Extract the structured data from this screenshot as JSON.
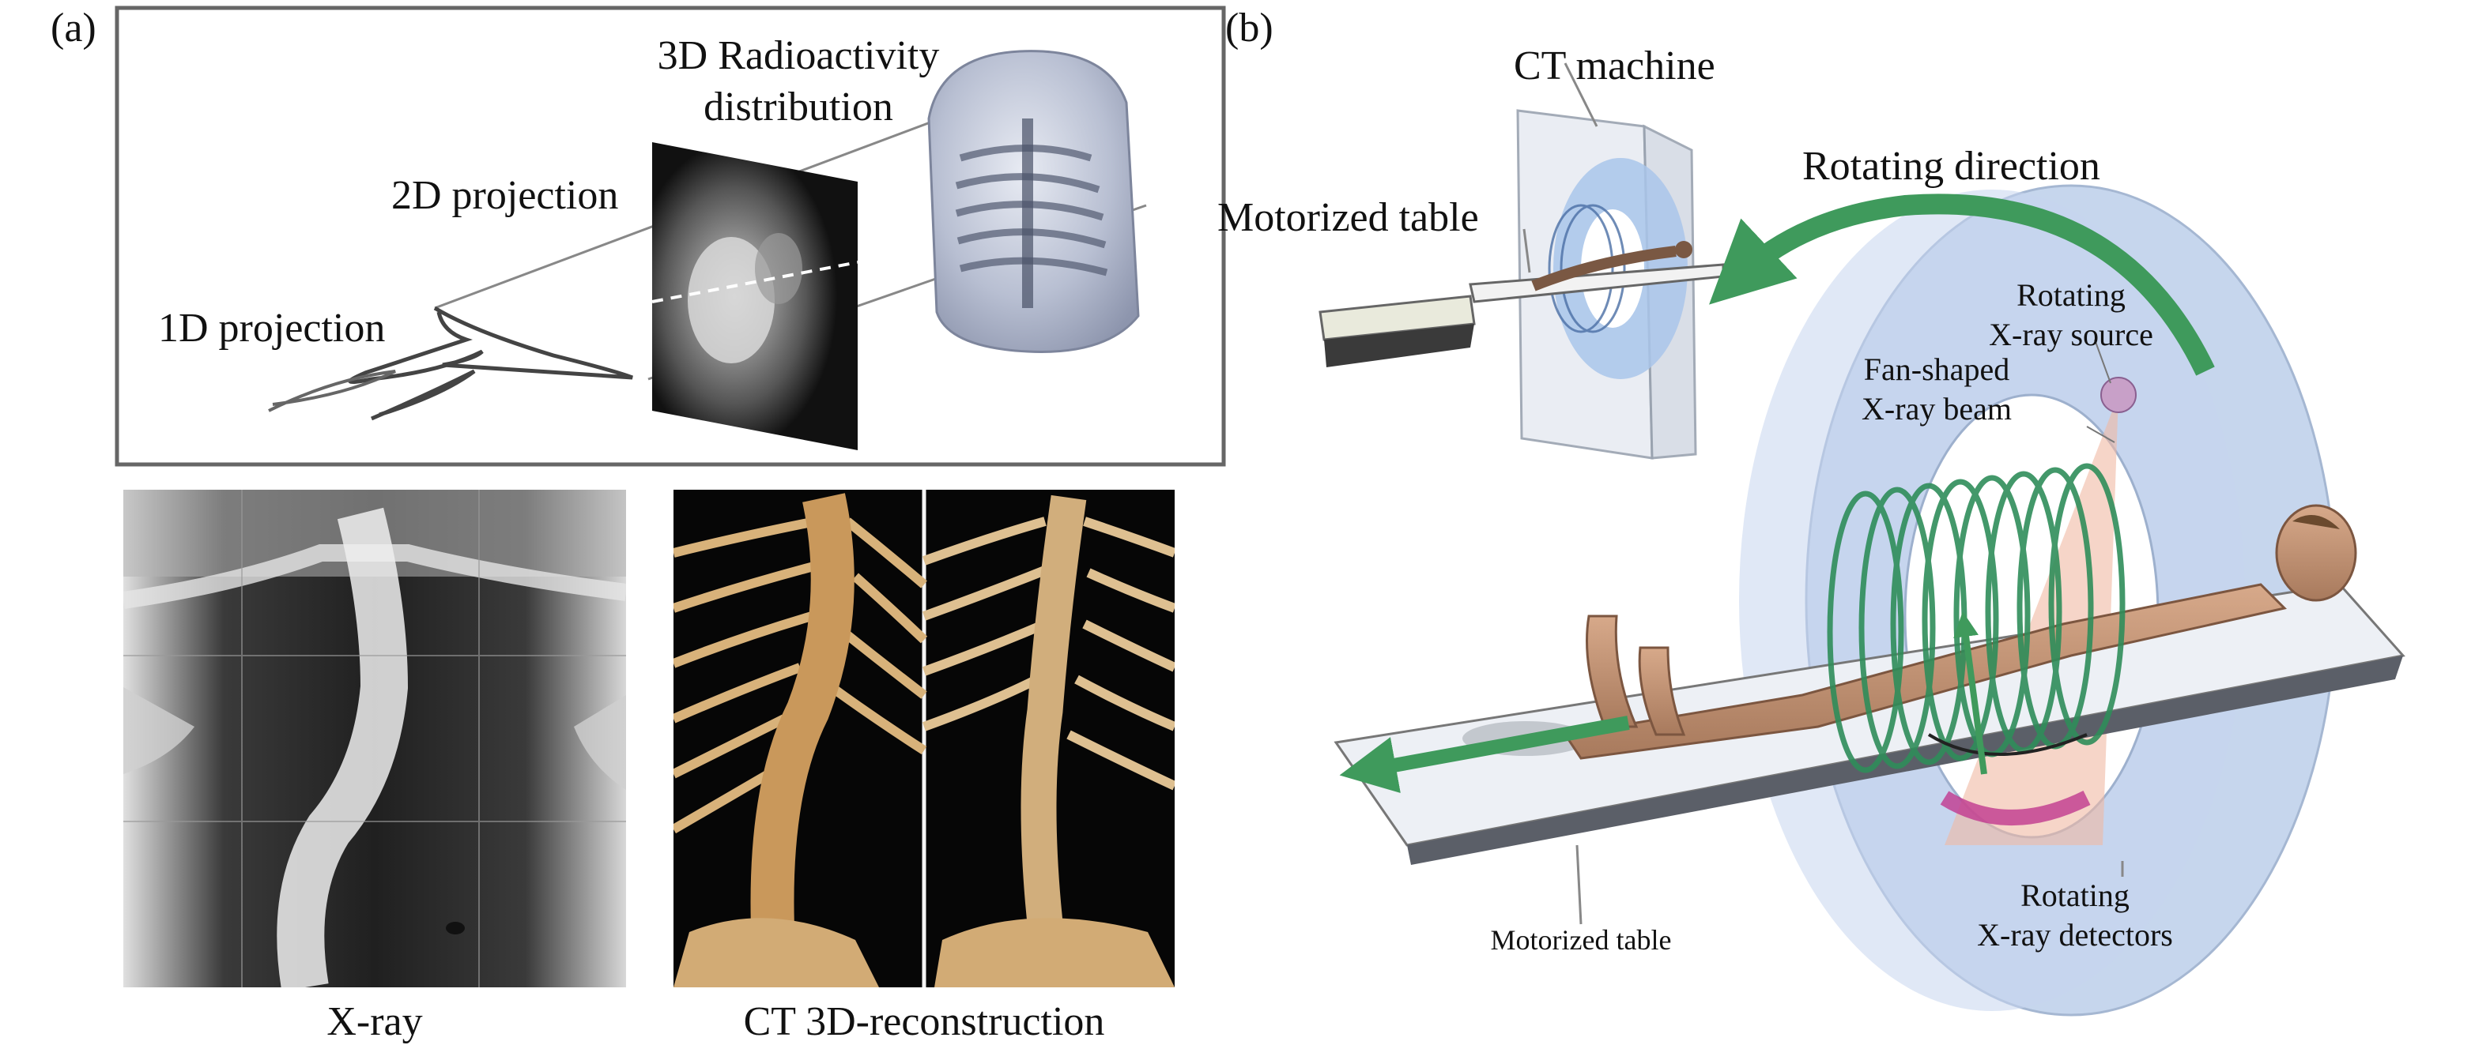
{
  "panel_a": {
    "tag": "(a)",
    "labels": {
      "radioactivity_line1": "3D Radioactivity",
      "radioactivity_line2": "distribution",
      "projection_2d": "2D projection",
      "projection_1d": "1D projection"
    },
    "xray_caption": "X-ray",
    "ct_caption": "CT 3D-reconstruction"
  },
  "panel_b": {
    "tag": "(b)",
    "labels": {
      "ct_machine": "CT machine",
      "motorized_table_top": "Motorized table",
      "rotating_direction": "Rotating direction",
      "source_line1": "Rotating",
      "source_line2": "X-ray source",
      "beam_line1": "Fan-shaped",
      "beam_line2": "X-ray beam",
      "motorized_table_bottom": "Motorized table",
      "detectors_line1": "Rotating",
      "detectors_line2": "X-ray detectors"
    }
  },
  "colors": {
    "green_arrow": "#3f9a5c",
    "ring_blue": "#b9cde9",
    "box_border": "#666666"
  }
}
